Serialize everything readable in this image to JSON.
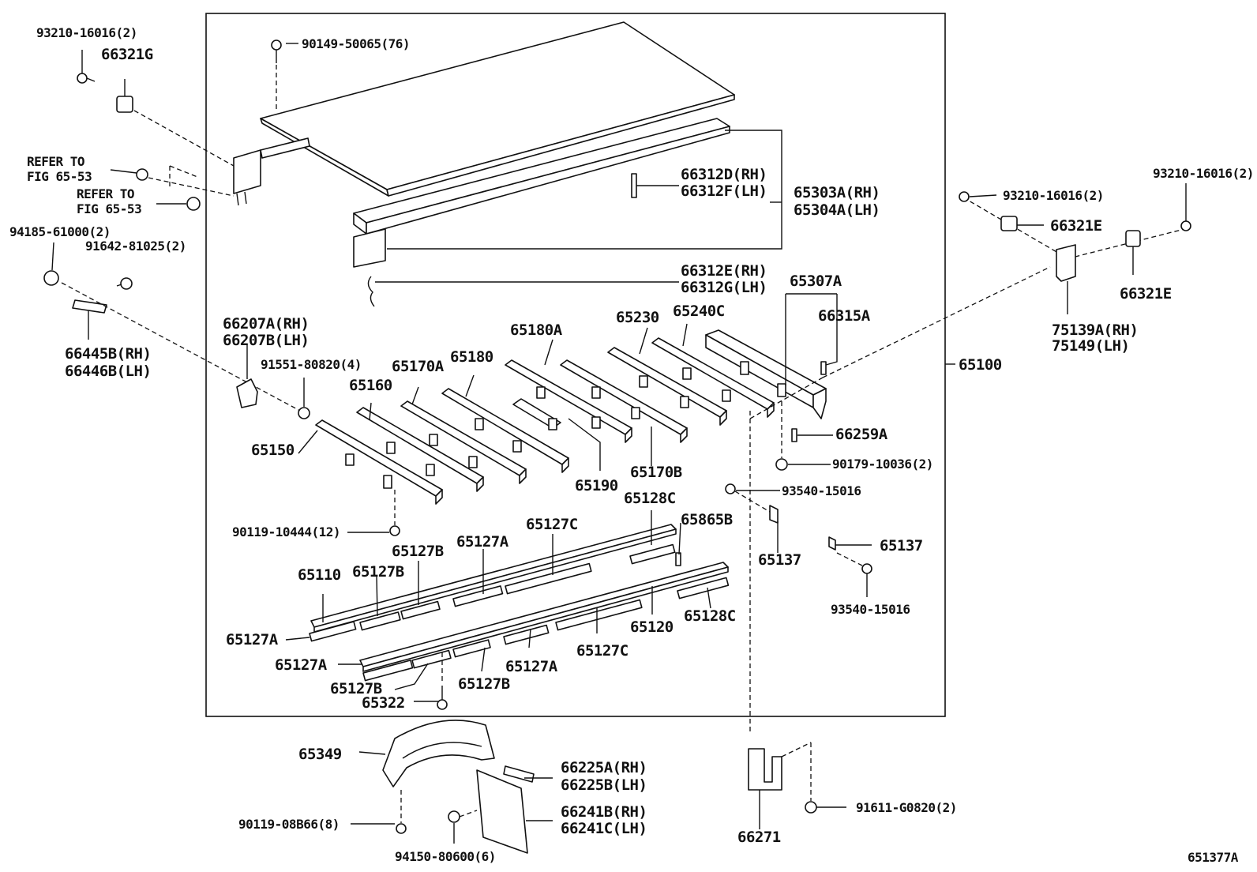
{
  "diagram": {
    "reference_code": "651377A",
    "assembly_number": "65100",
    "labels": {
      "l_93210_a": "93210-16016(2)",
      "l_66321g": "66321G",
      "l_refer1a": "REFER TO",
      "l_refer1b": "FIG 65-53",
      "l_refer2a": "REFER TO",
      "l_refer2b": "FIG 65-53",
      "l_94185": "94185-61000(2)",
      "l_91642": "91642-81025(2)",
      "l_66445b": "66445B(RH)",
      "l_66446b": "66446B(LH)",
      "l_90149": "90149-50065(76)",
      "l_66312d": "66312D(RH)",
      "l_66312f": "66312F(LH)",
      "l_65303a": "65303A(RH)",
      "l_65304a": "65304A(LH)",
      "l_66312e": "66312E(RH)",
      "l_66312g": "66312G(LH)",
      "l_65307a": "65307A",
      "l_66315a": "66315A",
      "l_66207a": "66207A(RH)",
      "l_66207b": "66207B(LH)",
      "l_91551": "91551-80820(4)",
      "l_65180a": "65180A",
      "l_65230": "65230",
      "l_65240c": "65240C",
      "l_65170a": "65170A",
      "l_65180": "65180",
      "l_65160": "65160",
      "l_65150": "65150",
      "l_65170b": "65170B",
      "l_65190": "65190",
      "l_66259a": "66259A",
      "l_90179": "90179-10036(2)",
      "l_93540_a": "93540-15016",
      "l_65128c_a": "65128C",
      "l_65865b": "65865B",
      "l_90119_a": "90119-10444(12)",
      "l_65127c_a": "65127C",
      "l_65127b_a": "65127B",
      "l_65127a_a": "65127A",
      "l_65110": "65110",
      "l_65127b_b": "65127B",
      "l_65137_a": "65137",
      "l_65137_b": "65137",
      "l_93540_b": "93540-15016",
      "l_65120": "65120",
      "l_65128c_b": "65128C",
      "l_65127a_b": "65127A",
      "l_65127a_c": "65127A",
      "l_65127a_d": "65127A",
      "l_65127c_b": "65127C",
      "l_65127b_c": "65127B",
      "l_65127b_d": "65127B",
      "l_65322": "65322",
      "l_65349": "65349",
      "l_66225a": "66225A(RH)",
      "l_66225b": "66225B(LH)",
      "l_66241b": "66241B(RH)",
      "l_66241c": "66241C(LH)",
      "l_90119_b": "90119-08B66(8)",
      "l_94150": "94150-80600(6)",
      "l_66271": "66271",
      "l_91611": "91611-G0820(2)",
      "l_93210_b": "93210-16016(2)",
      "l_93210_c": "93210-16016(2)",
      "l_66321e_a": "66321E",
      "l_66321e_b": "66321E",
      "l_75139a": "75139A(RH)",
      "l_75149": "75149(LH)"
    }
  }
}
